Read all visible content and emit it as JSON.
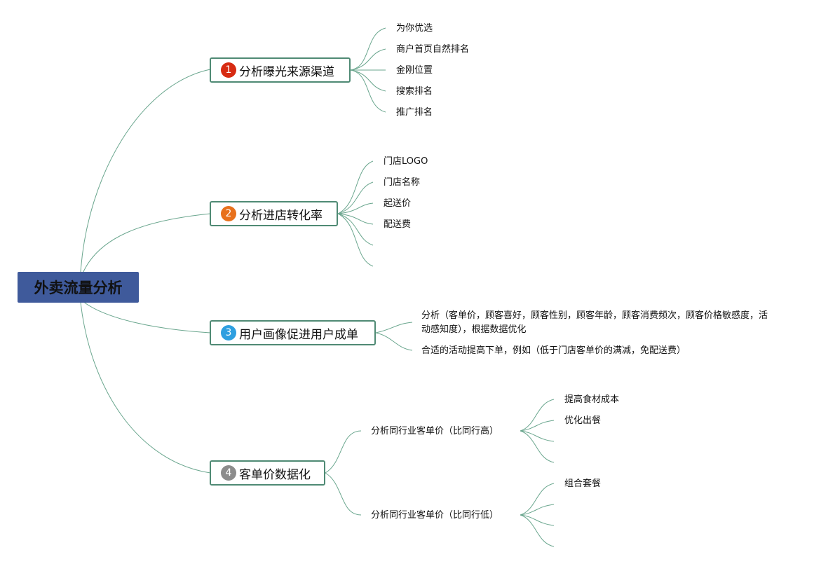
{
  "root": {
    "label": "外卖流量分析"
  },
  "colors": {
    "root_fill": "#3f5a9b",
    "branch_border": "#4f8a74",
    "link": "#6aa68e",
    "badge_1": "#d72b12",
    "badge_2": "#e8711c",
    "badge_3": "#2e9fe0",
    "badge_4": "#8c8c8c"
  },
  "branches": [
    {
      "number": "1",
      "label": "分析曝光来源渠道",
      "leaves": [
        "为你优选",
        "商户首页自然排名",
        "金刚位置",
        "搜索排名",
        "推广排名"
      ]
    },
    {
      "number": "2",
      "label": "分析进店转化率",
      "leaves": [
        "门店LOGO",
        "门店名称",
        "起送价",
        "配送费"
      ]
    },
    {
      "number": "3",
      "label": "用户画像促进用户成单",
      "leaves": [
        "分析（客单价，顾客喜好，顾客性别，顾客年龄，顾客消费频次，顾客价格敏感度，活动感知度），根据数据优化",
        "合适的活动提高下单，例如（低于门店客单价的满减，免配送费）"
      ]
    },
    {
      "number": "4",
      "label": "客单价数据化",
      "subs": [
        {
          "label": "分析同行业客单价（比同行高）",
          "leaves": [
            "提高食材成本",
            "优化出餐"
          ]
        },
        {
          "label": "分析同行业客单价（比同行低）",
          "leaves": [
            "组合套餐"
          ]
        }
      ]
    }
  ]
}
